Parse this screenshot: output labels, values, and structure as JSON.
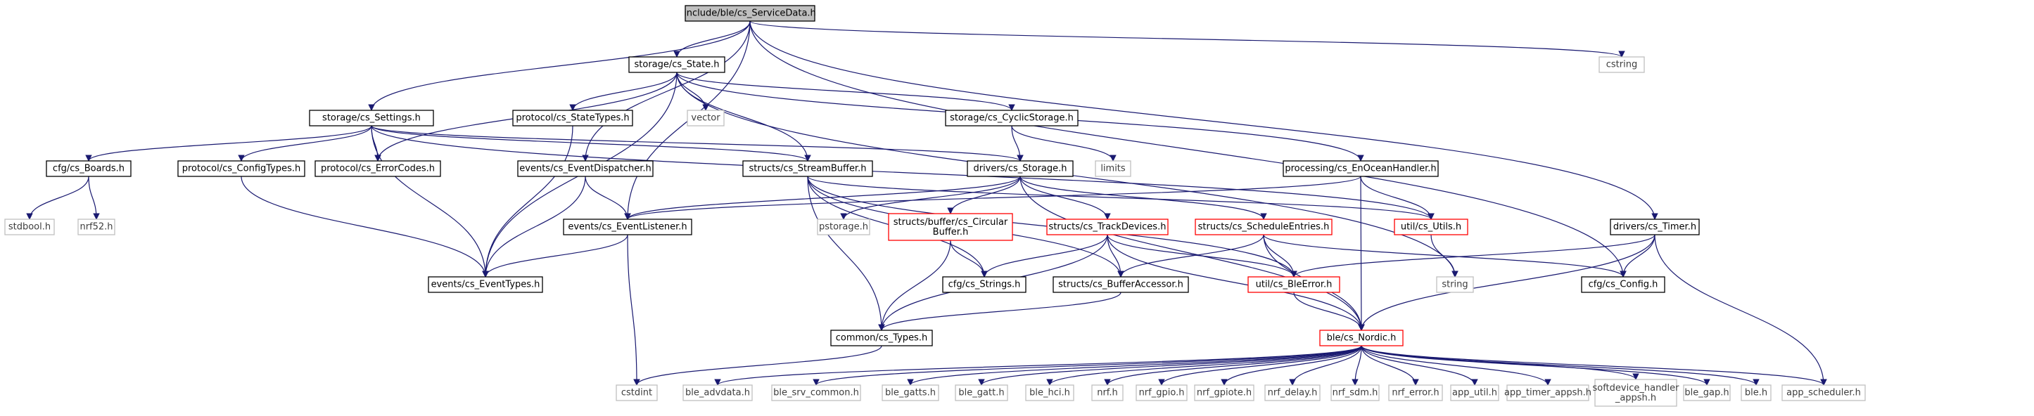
{
  "graph": {
    "edge_color": "#191970",
    "nodes": [
      {
        "id": "root",
        "label": "include/ble/cs_ServiceData.h",
        "style": "root"
      },
      {
        "id": "settings",
        "label": "storage/cs_Settings.h",
        "style": "black"
      },
      {
        "id": "state",
        "label": "storage/cs_State.h",
        "style": "black"
      },
      {
        "id": "cstring",
        "label": "cstring",
        "style": "gray"
      },
      {
        "id": "boards",
        "label": "cfg/cs_Boards.h",
        "style": "black"
      },
      {
        "id": "configtypes",
        "label": "protocol/cs_ConfigTypes.h",
        "style": "black"
      },
      {
        "id": "errorcodes",
        "label": "protocol/cs_ErrorCodes.h",
        "style": "black"
      },
      {
        "id": "statetypes",
        "label": "protocol/cs_StateTypes.h",
        "style": "black"
      },
      {
        "id": "vector",
        "label": "vector",
        "style": "gray"
      },
      {
        "id": "cyclicstorage",
        "label": "storage/cs_CyclicStorage.h",
        "style": "black"
      },
      {
        "id": "limits",
        "label": "limits",
        "style": "gray"
      },
      {
        "id": "eventdispatcher",
        "label": "events/cs_EventDispatcher.h",
        "style": "black"
      },
      {
        "id": "streambuffer",
        "label": "structs/cs_StreamBuffer.h",
        "style": "black"
      },
      {
        "id": "drvstorage",
        "label": "drivers/cs_Storage.h",
        "style": "black"
      },
      {
        "id": "enocean",
        "label": "processing/cs_EnOceanHandler.h",
        "style": "black"
      },
      {
        "id": "stdbool",
        "label": "stdbool.h",
        "style": "gray"
      },
      {
        "id": "nrf52",
        "label": "nrf52.h",
        "style": "gray"
      },
      {
        "id": "eventlistener",
        "label": "events/cs_EventListener.h",
        "style": "black"
      },
      {
        "id": "pstorage",
        "label": "pstorage.h",
        "style": "gray"
      },
      {
        "id": "circbuffer",
        "label": "structs/buffer/cs_Circular\nBuffer.h",
        "style": "red"
      },
      {
        "id": "trackdevices",
        "label": "structs/cs_TrackDevices.h",
        "style": "red"
      },
      {
        "id": "scheduleentries",
        "label": "structs/cs_ScheduleEntries.h",
        "style": "red"
      },
      {
        "id": "utils",
        "label": "util/cs_Utils.h",
        "style": "red"
      },
      {
        "id": "timer",
        "label": "drivers/cs_Timer.h",
        "style": "black"
      },
      {
        "id": "eventtypes",
        "label": "events/cs_EventTypes.h",
        "style": "black"
      },
      {
        "id": "strings",
        "label": "cfg/cs_Strings.h",
        "style": "black"
      },
      {
        "id": "bufferaccessor",
        "label": "structs/cs_BufferAccessor.h",
        "style": "black"
      },
      {
        "id": "bleerror",
        "label": "util/cs_BleError.h",
        "style": "red"
      },
      {
        "id": "string",
        "label": "string",
        "style": "gray"
      },
      {
        "id": "config",
        "label": "cfg/cs_Config.h",
        "style": "black"
      },
      {
        "id": "types",
        "label": "common/cs_Types.h",
        "style": "black"
      },
      {
        "id": "nordic",
        "label": "ble/cs_Nordic.h",
        "style": "red"
      },
      {
        "id": "cstdint",
        "label": "cstdint",
        "style": "gray"
      },
      {
        "id": "ble_advdata",
        "label": "ble_advdata.h",
        "style": "gray"
      },
      {
        "id": "ble_srv_common",
        "label": "ble_srv_common.h",
        "style": "gray"
      },
      {
        "id": "ble_gatts",
        "label": "ble_gatts.h",
        "style": "gray"
      },
      {
        "id": "ble_gatt",
        "label": "ble_gatt.h",
        "style": "gray"
      },
      {
        "id": "ble_hci",
        "label": "ble_hci.h",
        "style": "gray"
      },
      {
        "id": "nrf",
        "label": "nrf.h",
        "style": "gray"
      },
      {
        "id": "nrf_gpio",
        "label": "nrf_gpio.h",
        "style": "gray"
      },
      {
        "id": "nrf_gpiote",
        "label": "nrf_gpiote.h",
        "style": "gray"
      },
      {
        "id": "nrf_delay",
        "label": "nrf_delay.h",
        "style": "gray"
      },
      {
        "id": "nrf_sdm",
        "label": "nrf_sdm.h",
        "style": "gray"
      },
      {
        "id": "nrf_error",
        "label": "nrf_error.h",
        "style": "gray"
      },
      {
        "id": "app_util",
        "label": "app_util.h",
        "style": "gray"
      },
      {
        "id": "app_timer_appsh",
        "label": "app_timer_appsh.h",
        "style": "gray"
      },
      {
        "id": "softdevice",
        "label": "softdevice_handler\n_appsh.h",
        "style": "gray"
      },
      {
        "id": "ble_gap",
        "label": "ble_gap.h",
        "style": "gray"
      },
      {
        "id": "ble",
        "label": "ble.h",
        "style": "gray"
      },
      {
        "id": "app_scheduler",
        "label": "app_scheduler.h",
        "style": "gray"
      }
    ],
    "edges": [
      [
        "root",
        "settings"
      ],
      [
        "root",
        "state"
      ],
      [
        "root",
        "cstring"
      ],
      [
        "root",
        "eventdispatcher"
      ],
      [
        "root",
        "eventlistener"
      ],
      [
        "root",
        "timer"
      ],
      [
        "root",
        "config"
      ],
      [
        "settings",
        "boards"
      ],
      [
        "settings",
        "configtypes"
      ],
      [
        "settings",
        "errorcodes"
      ],
      [
        "settings",
        "streambuffer"
      ],
      [
        "settings",
        "drvstorage"
      ],
      [
        "settings",
        "eventtypes"
      ],
      [
        "settings",
        "utils"
      ],
      [
        "state",
        "statetypes"
      ],
      [
        "state",
        "vector"
      ],
      [
        "state",
        "cyclicstorage"
      ],
      [
        "state",
        "errorcodes"
      ],
      [
        "state",
        "streambuffer"
      ],
      [
        "state",
        "enocean"
      ],
      [
        "state",
        "eventtypes"
      ],
      [
        "state",
        "string"
      ],
      [
        "boards",
        "stdbool"
      ],
      [
        "boards",
        "nrf52"
      ],
      [
        "configtypes",
        "eventtypes"
      ],
      [
        "statetypes",
        "eventtypes"
      ],
      [
        "cyclicstorage",
        "limits"
      ],
      [
        "cyclicstorage",
        "drvstorage"
      ],
      [
        "eventdispatcher",
        "eventlistener"
      ],
      [
        "eventdispatcher",
        "eventtypes"
      ],
      [
        "streambuffer",
        "strings"
      ],
      [
        "streambuffer",
        "bufferaccessor"
      ],
      [
        "streambuffer",
        "types"
      ],
      [
        "streambuffer",
        "utils"
      ],
      [
        "streambuffer",
        "bleerror"
      ],
      [
        "drvstorage",
        "pstorage"
      ],
      [
        "drvstorage",
        "circbuffer"
      ],
      [
        "drvstorage",
        "trackdevices"
      ],
      [
        "drvstorage",
        "scheduleentries"
      ],
      [
        "drvstorage",
        "eventlistener"
      ],
      [
        "drvstorage",
        "nordic"
      ],
      [
        "enocean",
        "eventlistener"
      ],
      [
        "enocean",
        "utils"
      ],
      [
        "enocean",
        "nordic"
      ],
      [
        "eventlistener",
        "eventtypes"
      ],
      [
        "eventlistener",
        "cstdint"
      ],
      [
        "circbuffer",
        "strings"
      ],
      [
        "circbuffer",
        "types"
      ],
      [
        "trackdevices",
        "strings"
      ],
      [
        "trackdevices",
        "bufferaccessor"
      ],
      [
        "trackdevices",
        "bleerror"
      ],
      [
        "trackdevices",
        "types"
      ],
      [
        "trackdevices",
        "nordic"
      ],
      [
        "scheduleentries",
        "bufferaccessor"
      ],
      [
        "scheduleentries",
        "bleerror"
      ],
      [
        "scheduleentries",
        "config"
      ],
      [
        "scheduleentries",
        "nordic"
      ],
      [
        "utils",
        "string"
      ],
      [
        "timer",
        "config"
      ],
      [
        "timer",
        "bleerror"
      ],
      [
        "timer",
        "nordic"
      ],
      [
        "timer",
        "app_scheduler"
      ],
      [
        "bufferaccessor",
        "types"
      ],
      [
        "bleerror",
        "nordic"
      ],
      [
        "types",
        "cstdint"
      ],
      [
        "nordic",
        "ble_advdata"
      ],
      [
        "nordic",
        "ble_srv_common"
      ],
      [
        "nordic",
        "ble_gatts"
      ],
      [
        "nordic",
        "ble_gatt"
      ],
      [
        "nordic",
        "ble_hci"
      ],
      [
        "nordic",
        "nrf"
      ],
      [
        "nordic",
        "nrf_gpio"
      ],
      [
        "nordic",
        "nrf_gpiote"
      ],
      [
        "nordic",
        "nrf_delay"
      ],
      [
        "nordic",
        "nrf_sdm"
      ],
      [
        "nordic",
        "nrf_error"
      ],
      [
        "nordic",
        "app_util"
      ],
      [
        "nordic",
        "app_timer_appsh"
      ],
      [
        "nordic",
        "softdevice"
      ],
      [
        "nordic",
        "ble_gap"
      ],
      [
        "nordic",
        "ble"
      ],
      [
        "nordic",
        "app_scheduler"
      ]
    ]
  }
}
